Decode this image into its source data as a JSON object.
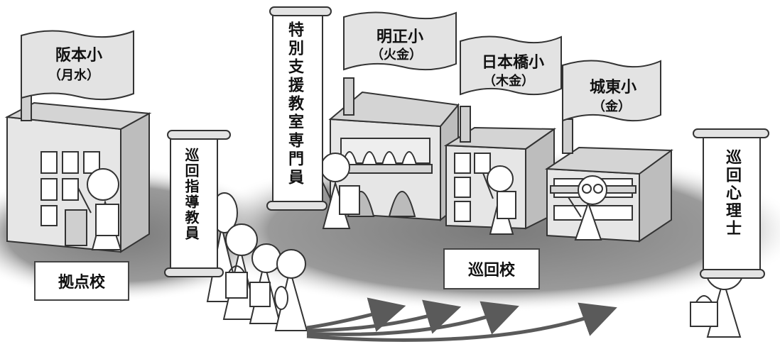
{
  "flags": [
    {
      "name": "阪本小",
      "days": "（月水）"
    },
    {
      "name": "明正小",
      "days": "（火金）"
    },
    {
      "name": "日本橋小",
      "days": "（木金）"
    },
    {
      "name": "城東小",
      "days": "（金）"
    }
  ],
  "scrolls": {
    "special_teacher": "特別支援教室専門員",
    "itinerant_teacher": "巡回指導教員",
    "psychologist": "巡回心理士"
  },
  "labels": {
    "base_school": "拠点校",
    "visiting_school": "巡回校"
  },
  "colors": {
    "building_front": "#e6e6e6",
    "building_side": "#bdbdbd",
    "shadow": "#8a8a8a",
    "outline": "#333333",
    "arrow": "#5a5a5a"
  }
}
